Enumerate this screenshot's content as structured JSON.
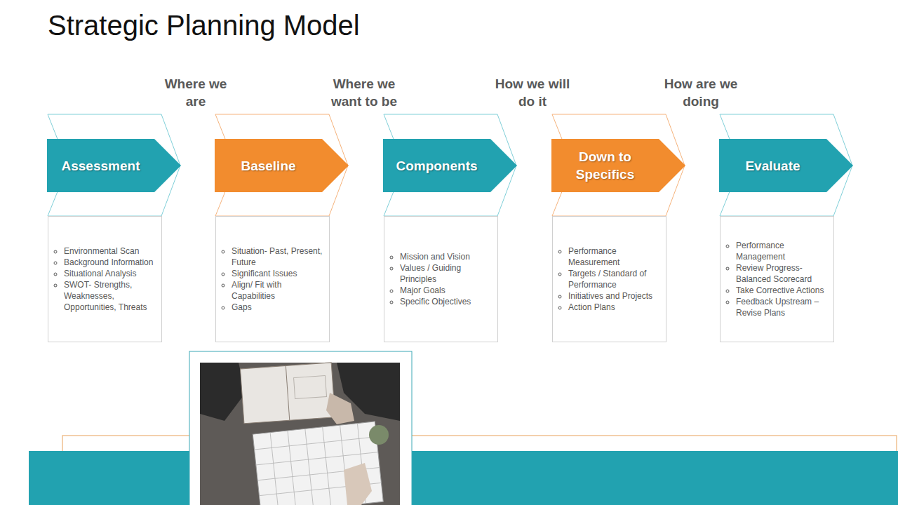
{
  "diagram": {
    "title": "Strategic Planning Model",
    "nodes": [
      {
        "text": [
          "Assessment"
        ]
      },
      {
        "text": [
          "Baseline"
        ]
      },
      {
        "text": [
          "Components"
        ]
      },
      {
        "text": [
          "Down to Specifics"
        ]
      },
      {
        "text": [
          "Evaluate"
        ]
      },
      {
        "text": [
          "Environmental Scan",
          "Background Information",
          "Situational Analysis",
          "SWOT- Strengths, Weaknesses, Opportunities, Threats"
        ]
      },
      {
        "text": [
          "Situation- Past, Present, Future",
          "Significant Issues",
          "Align/ Fit with Capabilities",
          "Gaps"
        ]
      },
      {
        "text": [
          "Mission and Vision",
          "Values / Guiding Principles",
          "Major Goals",
          "Specific Objectives"
        ]
      },
      {
        "text": [
          "Performance Measurement",
          "Targets / Standard of Performance",
          "Initiatives and Projects",
          "Action Plans"
        ]
      },
      {
        "text": [
          "Performance Management",
          "Review Progress- Balanced Scorecard",
          "Take Corrective Actions",
          "Feedback Upstream – Revise Plans"
        ]
      }
    ],
    "labels": [
      "Where we are",
      "Where we want to be",
      "How we will do it",
      "How are we doing"
    ]
  }
}
